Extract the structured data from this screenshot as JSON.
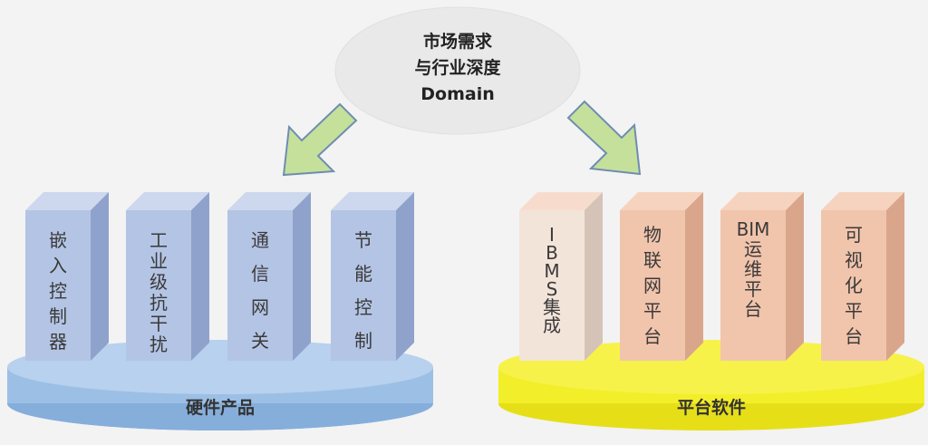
{
  "cloud": {
    "line1": "市场需求",
    "line2": "与行业深度",
    "line3": "Domain"
  },
  "hardware": {
    "base_label": "硬件产品",
    "blocks": [
      {
        "text": "嵌入控制器"
      },
      {
        "text": "工业级抗干扰"
      },
      {
        "text": "通信网关"
      },
      {
        "text": "节能控制"
      }
    ]
  },
  "software": {
    "base_label": "平台软件",
    "blocks": [
      {
        "text": "IBMS集成"
      },
      {
        "text": "物联网平台"
      },
      {
        "text": "BIM运维平台"
      },
      {
        "text": "可视化平台"
      }
    ]
  },
  "colors": {
    "background": "#f3f3f3",
    "hardware_block_front": "#b4c4e4",
    "hardware_block_side": "#8fa2cc",
    "hardware_base": "#9cbfe5",
    "software_block_front": "#f1c4ac",
    "software_block_side": "#d9a68c",
    "software_base": "#f3ee2a",
    "arrow_fill": "#c5e09b",
    "arrow_stroke": "#6f8db0",
    "cloud_fill": "#e9e9e9"
  }
}
